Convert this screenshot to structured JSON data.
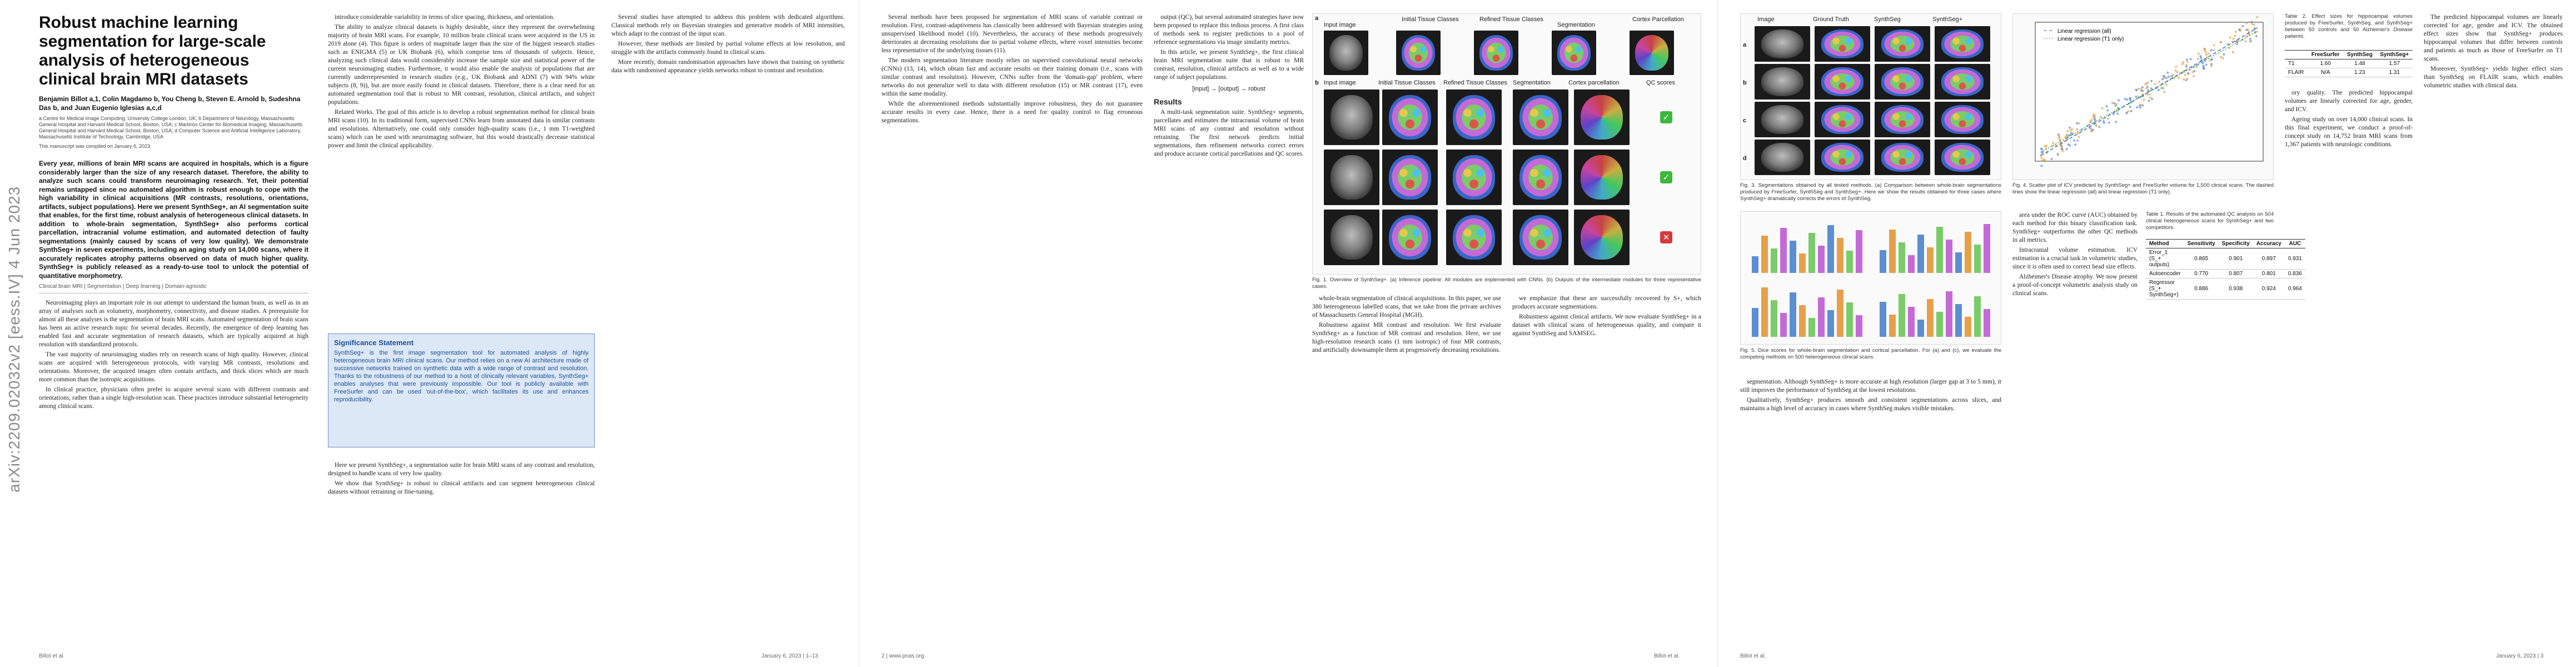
{
  "arxiv_stamp": "arXiv:2209.02032v2 [eess.IV] 4 Jun 2023",
  "page1": {
    "title": "Robust machine learning segmentation for large-scale analysis of heterogeneous clinical brain MRI datasets",
    "authors": "Benjamin Billot a,1, Colin Magdamo b, You Cheng b, Steven E. Arnold b, Sudeshna Das b, and Juan Eugenio Iglesias a,c,d",
    "affiliations": "a Centre for Medical Image Computing, University College London, UK; b Department of Neurology, Massachusetts General Hospital and Harvard Medical School, Boston, USA; c Martinos Center for Biomedical Imaging, Massachusetts General Hospital and Harvard Medical School, Boston, USA; d Computer Science and Artificial Intelligence Laboratory, Massachusetts Institute of Technology, Cambridge, USA",
    "manuscript_note": "This manuscript was compiled on January 6, 2023",
    "abstract": "Every year, millions of brain MRI scans are acquired in hospitals, which is a figure considerably larger than the size of any research dataset. Therefore, the ability to analyze such scans could transform neuroimaging research. Yet, their potential remains untapped since no automated algorithm is robust enough to cope with the high variability in clinical acquisitions (MR contrasts, resolutions, orientations, artifacts, subject populations). Here we present SynthSeg+, an AI segmentation suite that enables, for the first time, robust analysis of heterogeneous clinical datasets. In addition to whole-brain segmentation, SynthSeg+ also performs cortical parcellation, intracranial volume estimation, and automated detection of faulty segmentations (mainly caused by scans of very low quality). We demonstrate SynthSeg+ in seven experiments, including an aging study on 14,000 scans, where it accurately replicates atrophy patterns observed on data of much higher quality. SynthSeg+ is publicly released as a ready-to-use tool to unlock the potential of quantitative morphometry.",
    "keywords": "Clinical brain MRI | Segmentation | Deep learning | Domain-agnostic",
    "col2_paragraphs": [
      "introduce considerable variability in terms of slice spacing, thickness, and orientation.",
      "The ability to analyze clinical datasets is highly desirable, since they represent the overwhelming majority of brain MRI scans. For example, 10 million brain clinical scans were acquired in the US in 2019 alone (4). This figure is orders of magnitude larger than the size of the biggest research studies such as ENIGMA (5) or UK Biobank (6), which comprise tens of thousands of subjects. Hence, analyzing such clinical data would considerably increase the sample size and statistical power of the current neuroimaging studies. Furthermore, it would also enable the analysis of populations that are currently underrepresented in research studies (e.g., UK Biobank and ADNI (7) with 94% white subjects (8, 9)), but are more easily found in clinical datasets. Therefore, there is a clear need for an automated segmentation tool that is robust to MR contrast, resolution, clinical artifacts, and subject populations.",
      "Related Works. The goal of this article is to develop a robust segmentation method for clinical brain MRI scans (10). In its traditional form, supervised CNNs learn from annotated data in similar contrasts and resolutions. Alternatively, one could only consider high-quality scans (i.e., 1 mm T1-weighted scans) which can be used with neuroimaging software, but this would drastically decrease statistical power and limit the clinical applicability."
    ],
    "significance": {
      "title": "Significance Statement",
      "body": "SynthSeg+ is the first image segmentation tool for automated analysis of highly heterogeneous brain MRI clinical scans. Our method relies on a new AI architecture made of successive networks trained on synthetic data with a wide range of contrast and resolution. Thanks to the robustness of our method to a host of clinically relevant variables, SynthSeg+ enables analyses that were previously impossible. Our tool is publicly available with FreeSurfer and can be used 'out-of-the-box', which facilitates its use and enhances reproducibility."
    },
    "footer_left": "Billot et al.",
    "footer_right": "January 6, 2023 | 1–13"
  },
  "page2": {
    "col1_paragraphs": [
      "Several methods have been proposed for segmentation of MRI scans of variable contrast or resolution. First, contrast-adaptiveness has classically been addressed with Bayesian strategies using unsupervised likelihood model (10). Nevertheless, the accuracy of these methods progressively deteriorates at decreasing resolutions due to partial volume effects, where voxel intensities become less representative of the underlying tissues (11).",
      "The modern segmentation literature mostly relies on supervised convolutional neural networks (CNNs) (13, 14), which obtain fast and accurate results on their training domain (i.e., scans with similar contrast and resolution). However, CNNs suffer from the 'domain-gap' problem, where networks do not generalize well to data with different resolution (15) or MR contrast (17), even within the same modality.",
      "While the aforementioned methods substantially improve robustness, they do not guarantee accurate results in every case. Hence, there is a need for quality control to flag erroneous segmentations."
    ],
    "col2_paragraphs": [
      "output (QC), but several automated strategies have now been proposed to replace this tedious process. A first class of methods seek to register predictions to a pool of reference segmentations via image similarity metrics.",
      "In this article, we present SynthSeg+, the first clinical brain MRI segmentation suite that is robust to MR contrast, resolution, clinical artifacts as well as to a wide range of subject populations."
    ],
    "code_line": "[input] → [output] → robust",
    "results_heading": "Results",
    "results_text": "A multi-task segmentation suite. SynthSeg+ segments, parcellates and estimates the intracranial volume of brain MRI scans of any contrast and resolution without retraining. The first network predicts initial segmentations, then refinement networks correct errors and produce accurate cortical parcellations and QC scores.",
    "fig1_labels": [
      "a",
      "b"
    ],
    "fig1_columns_a": [
      "Input image",
      "Initial Tissue Classes",
      "Refined Tissue Classes",
      "Segmentation",
      "Cortex Parcellation"
    ],
    "fig1_columns_b": [
      "Input image",
      "Initial Tissue Classes",
      "Refined Tissue Classes",
      "Segmentation",
      "Cortex parcellation",
      "QC scores"
    ],
    "fig1_caption": "Fig. 1. Overview of SynthSeg+. (a) Inference pipeline: All modules are implemented with CNNs. (b) Outputs of the intermediate modules for three representative cases.",
    "col3_paragraphs": [
      "whole-brain segmentation of clinical acquisitions. In this paper, we use 380 heterogeneous labelled scans, that we take from the private archives of Massachusetts General Hospital (MGH).",
      "Robustness against MR contrast and resolution. We first evaluate SynthSeg+ as a function of MR contrast and resolution. Here, we use high-resolution research scans (1 mm isotropic) of four MR contrasts, and artificially downsample them at progressively decreasing resolutions."
    ],
    "col4_paragraphs": [
      "we emphasize that these are successfully recovered by S+, which produces accurate segmentations.",
      "Robustness against clinical artifacts. We now evaluate SynthSeg+ in a dataset with clinical scans of heterogeneous quality, and compare it against SynthSeg and SAMSEG."
    ],
    "footer_left": "2 | www.pnas.org",
    "footer_right": "Billot et al."
  },
  "page3": {
    "fig3_columns": [
      "Image",
      "Ground Truth",
      "SynthSeg",
      "SynthSeg+"
    ],
    "fig3_row_labels": [
      "a",
      "b",
      "c",
      "d"
    ],
    "fig3_caption": "Fig. 3. Segmentations obtained by all tested methods. (a) Comparison between whole-brain segmentations produced by FreeSurfer, SynthSeg and SynthSeg+. Here we show the results obtained for three cases where SynthSeg+ dramatically corrects the errors of SynthSeg.",
    "fig4_caption": "Fig. 4. Scatter plot of ICV predicted by SynthSeg+ and FreeSurfer volume for 1,500 clinical scans. The dashed lines show the linear regression (all) and linear regression (T1 only).",
    "fig5_caption": "Fig. 5. Dice scores for whole-brain segmentation and cortical parcellation. For (a) and (c), we evaluate the competing methods on 500 heterogeneous clinical scans.",
    "table1": {
      "title": "Table 1. Results of the automated QC analysis on 504 clinical heterogeneous scans for SynthSeg+ and two competitors.",
      "headers": [
        "Method",
        "Sensitivity",
        "Specificity",
        "Accuracy",
        "AUC"
      ],
      "rows": [
        [
          "Error_1 (S_+ outputs)",
          "0.865",
          "0.901",
          "0.897",
          "0.931"
        ],
        [
          "Autoencoder",
          "0.770",
          "0.807",
          "0.801",
          "0.836"
        ],
        [
          "Regressor (S_+ SynthSeg+)",
          "0.886",
          "0.938",
          "0.924",
          "0.964"
        ]
      ]
    },
    "table2": {
      "title": "Table 2. Effect sizes for hippocampal volumes produced by FreeSurfer, SynthSeg, and SynthSeg+ between 50 controls and 50 Alzheimer's Disease patients.",
      "headers": [
        "",
        "FreeSurfer",
        "SynthSeg",
        "SynthSeg+"
      ],
      "rows": [
        [
          "T1",
          "1.60",
          "1.48",
          "1.57"
        ],
        [
          "FLAIR",
          "N/A",
          "1.23",
          "1.31"
        ]
      ]
    },
    "chart_legend": [
      "Linear regression (all)",
      "Linear regression (T1 only)"
    ],
    "col2_paragraphs": [
      "area under the ROC curve (AUC) obtained by each method for this binary classification task. SynthSeg+ outperforms the other QC methods in all metrics.",
      "Intracranial volume estimation. ICV estimation is a crucial task in volumetric studies, since it is often used to correct head size effects.",
      "Alzheimer's Disease atrophy. We now present a proof-of-concept volumetric analysis study on clinical scans."
    ],
    "col3_paragraphs": [
      "ory quality. The predicted hippocampal volumes are linearly corrected for age, gender, and ICV.",
      "Ageing study on over 14,000 clinical scans. In this final experiment, we conduct a proof-of-concept study on 14,752 brain MRI scans from 1,367 patients with neurologic conditions."
    ],
    "footer_left": "Billot et al.",
    "footer_right": "January 6, 2023 | 3"
  },
  "colors": {
    "significance_bg": "#dde8f6",
    "significance_text": "#1d4f96",
    "qc_ok": "#3db83d",
    "qc_bad": "#d63a3a"
  },
  "icons": [
    "checkmark-icon",
    "cross-icon"
  ]
}
